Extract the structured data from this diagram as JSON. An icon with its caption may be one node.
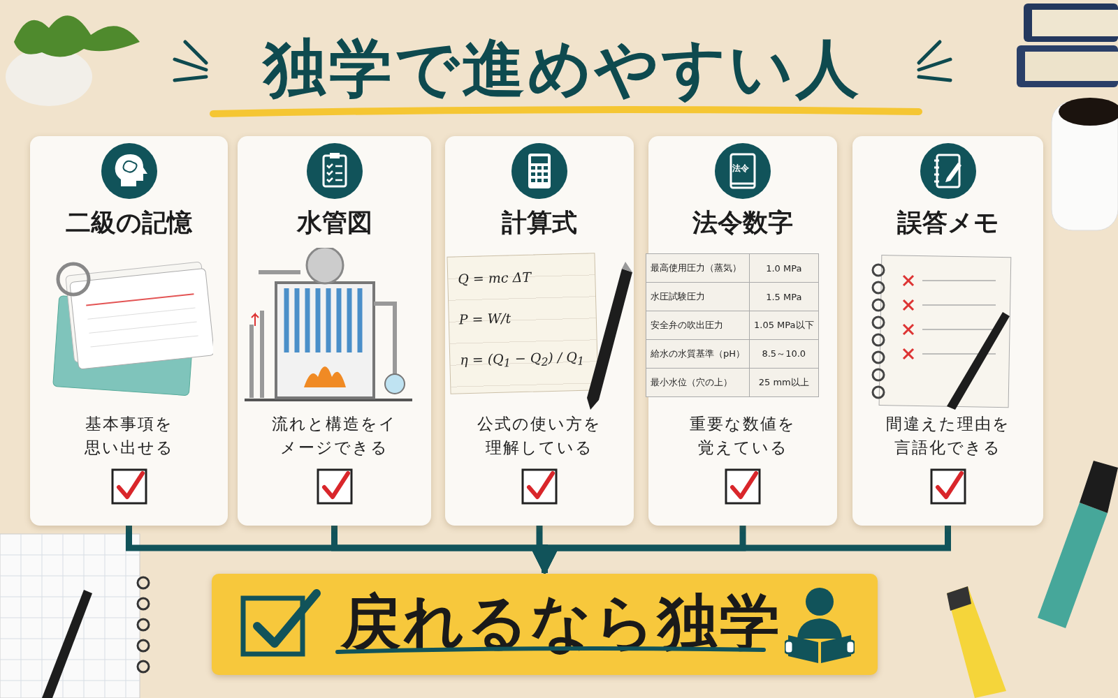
{
  "diagram": {
    "title": "独学で進めやすい人",
    "nodes": [
      {
        "text": [
          "二級の記憶",
          "基本事項を思い出せる"
        ]
      },
      {
        "text": [
          "水管図",
          "流れと構造をイメージできる"
        ]
      },
      {
        "text": [
          "計算式",
          "公式の使い方を理解している"
        ]
      },
      {
        "text": [
          "法令数字",
          "重要な数値を覚えている"
        ]
      },
      {
        "text": [
          "誤答メモ",
          "間違えた理由を言語化できる"
        ]
      },
      {
        "text": [
          "戻れるなら独学"
        ]
      }
    ],
    "edges": [
      {
        "from": 0,
        "to": 5,
        "arrow": "to"
      },
      {
        "from": 1,
        "to": 5,
        "arrow": "to"
      },
      {
        "from": 2,
        "to": 5,
        "arrow": "to"
      },
      {
        "from": 3,
        "to": 5,
        "arrow": "to"
      },
      {
        "from": 4,
        "to": 5,
        "arrow": "to"
      }
    ],
    "labels": [
      "Q = mc ΔT",
      "P = W/t",
      "η = (Q$_{1}$ − Q$_{2}$) / Q$_{1}$",
      "法令",
      "最高使用圧力（蒸気）",
      "1.0 MPa",
      "水圧試験圧力",
      "1.5 MPa",
      "安全弁の吹出圧力",
      "1.05 MPa以下",
      "給水の水質基準（pH）",
      "8.5～10.0",
      "最小水位（穴の上）",
      "25 mm以上"
    ]
  }
}
